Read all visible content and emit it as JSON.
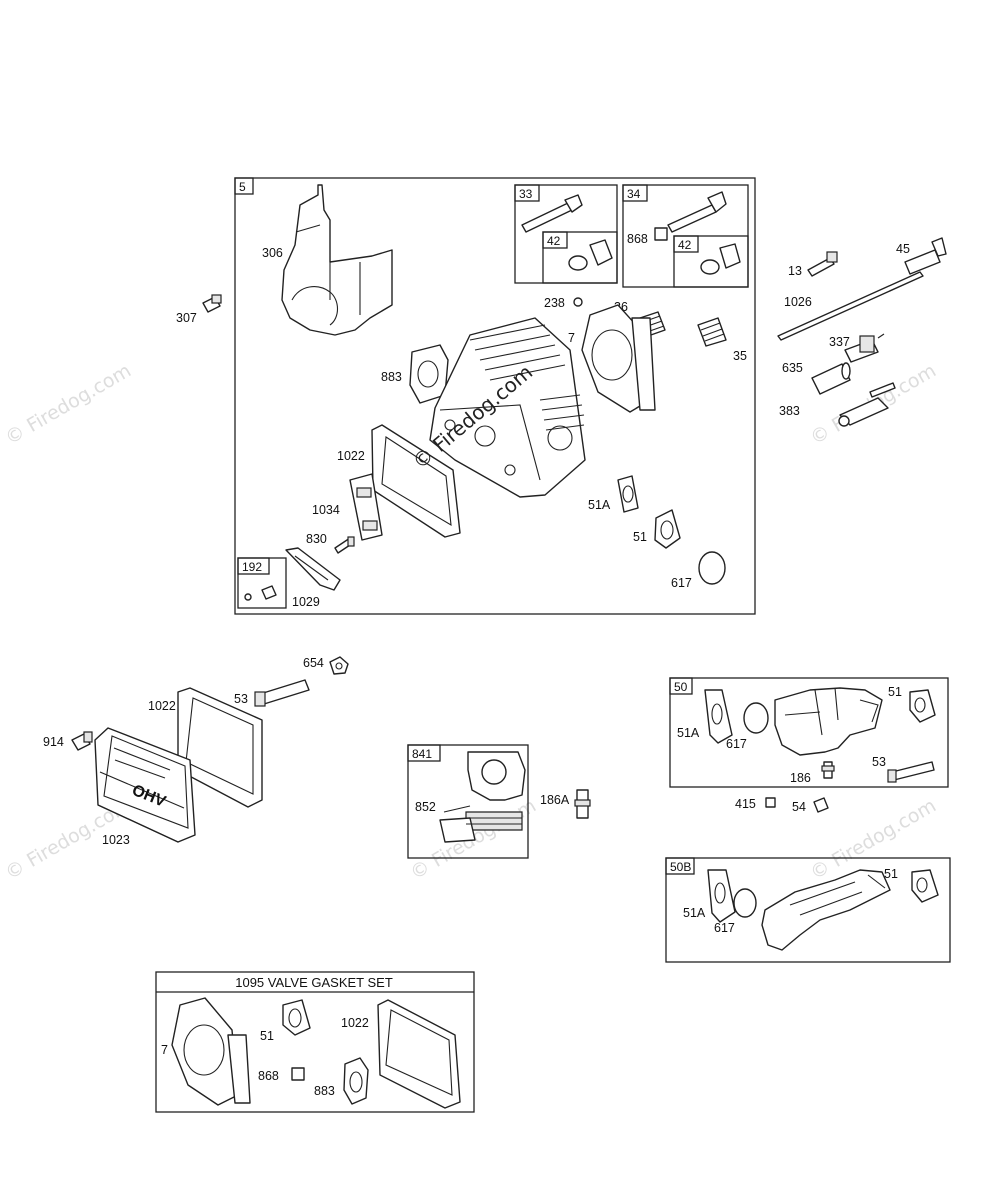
{
  "watermark": "© Firedog.com",
  "center_watermark": "© Firedog.com",
  "main_box": {
    "tag": "5",
    "labels": {
      "p306": "306",
      "p307": "307",
      "p883": "883",
      "p1022": "1022",
      "p1034": "1034",
      "p830": "830",
      "p1029": "1029",
      "p238": "238",
      "p36": "36",
      "p7": "7",
      "p35": "35",
      "p51A": "51A",
      "p51": "51",
      "p617": "617"
    },
    "sub192": {
      "tag": "192"
    },
    "sub33": {
      "tag": "33",
      "inner_tag": "42"
    },
    "sub34": {
      "tag": "34",
      "inner_tag": "42",
      "label_868": "868"
    }
  },
  "right_parts": {
    "p13": "13",
    "p45": "45",
    "p1026": "1026",
    "p337": "337",
    "p635": "635",
    "p383": "383"
  },
  "cover_group": {
    "p654": "654",
    "p1022": "1022",
    "p53": "53",
    "p914": "914",
    "p1023": "1023",
    "badge": "OHV"
  },
  "box841": {
    "tag": "841",
    "p852": "852",
    "p186A": "186A"
  },
  "box50": {
    "tag": "50",
    "p51": "51",
    "p51A": "51A",
    "p617": "617",
    "p186": "186",
    "p53": "53"
  },
  "loose_parts": {
    "p415": "415",
    "p54": "54"
  },
  "box50B": {
    "tag": "50B",
    "p51": "51",
    "p51A": "51A",
    "p617": "617"
  },
  "gasket_set": {
    "title": "1095 VALVE GASKET SET",
    "p7": "7",
    "p51": "51",
    "p1022": "1022",
    "p868": "868",
    "p883": "883"
  }
}
